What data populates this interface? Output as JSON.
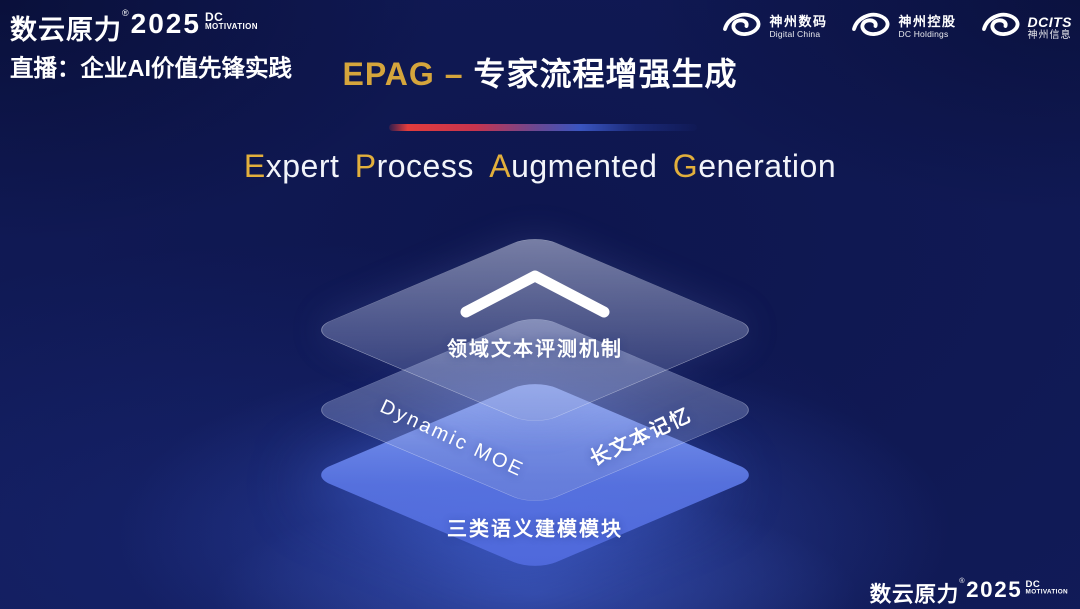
{
  "brand": {
    "name": "数云原力",
    "reg": "®",
    "year": "2025",
    "dc": "DC",
    "motivation": "MOTIVATION"
  },
  "header": {
    "live_label": "直播：企业AI价值先锋实践",
    "title": {
      "accent": "EPAG –",
      "text": "专家流程增强生成"
    },
    "partner_logos": [
      {
        "line1": "神州数码",
        "line2": "Digital China"
      },
      {
        "line1": "神州控股",
        "line2": "DC Holdings"
      },
      {
        "line1": "DCITS",
        "line2": "神州信息"
      }
    ]
  },
  "divider": {
    "left_color": "#E23C3C",
    "right_color": "#3A55C0"
  },
  "subtitle": {
    "accent_color": "#E2AF3C",
    "words": [
      {
        "lead": "E",
        "rest": "xpert"
      },
      {
        "lead": "P",
        "rest": "rocess"
      },
      {
        "lead": "A",
        "rest": "ugmented"
      },
      {
        "lead": "G",
        "rest": "eneration"
      }
    ]
  },
  "diagram": {
    "top_layer": {
      "label": "领域文本评测机制"
    },
    "middle_layer": {
      "label_left": "Dynamic MOE",
      "label_right": "长文本记忆"
    },
    "bottom_layer": {
      "label": "三类语义建模模块",
      "color": "#5B7DE8"
    }
  }
}
